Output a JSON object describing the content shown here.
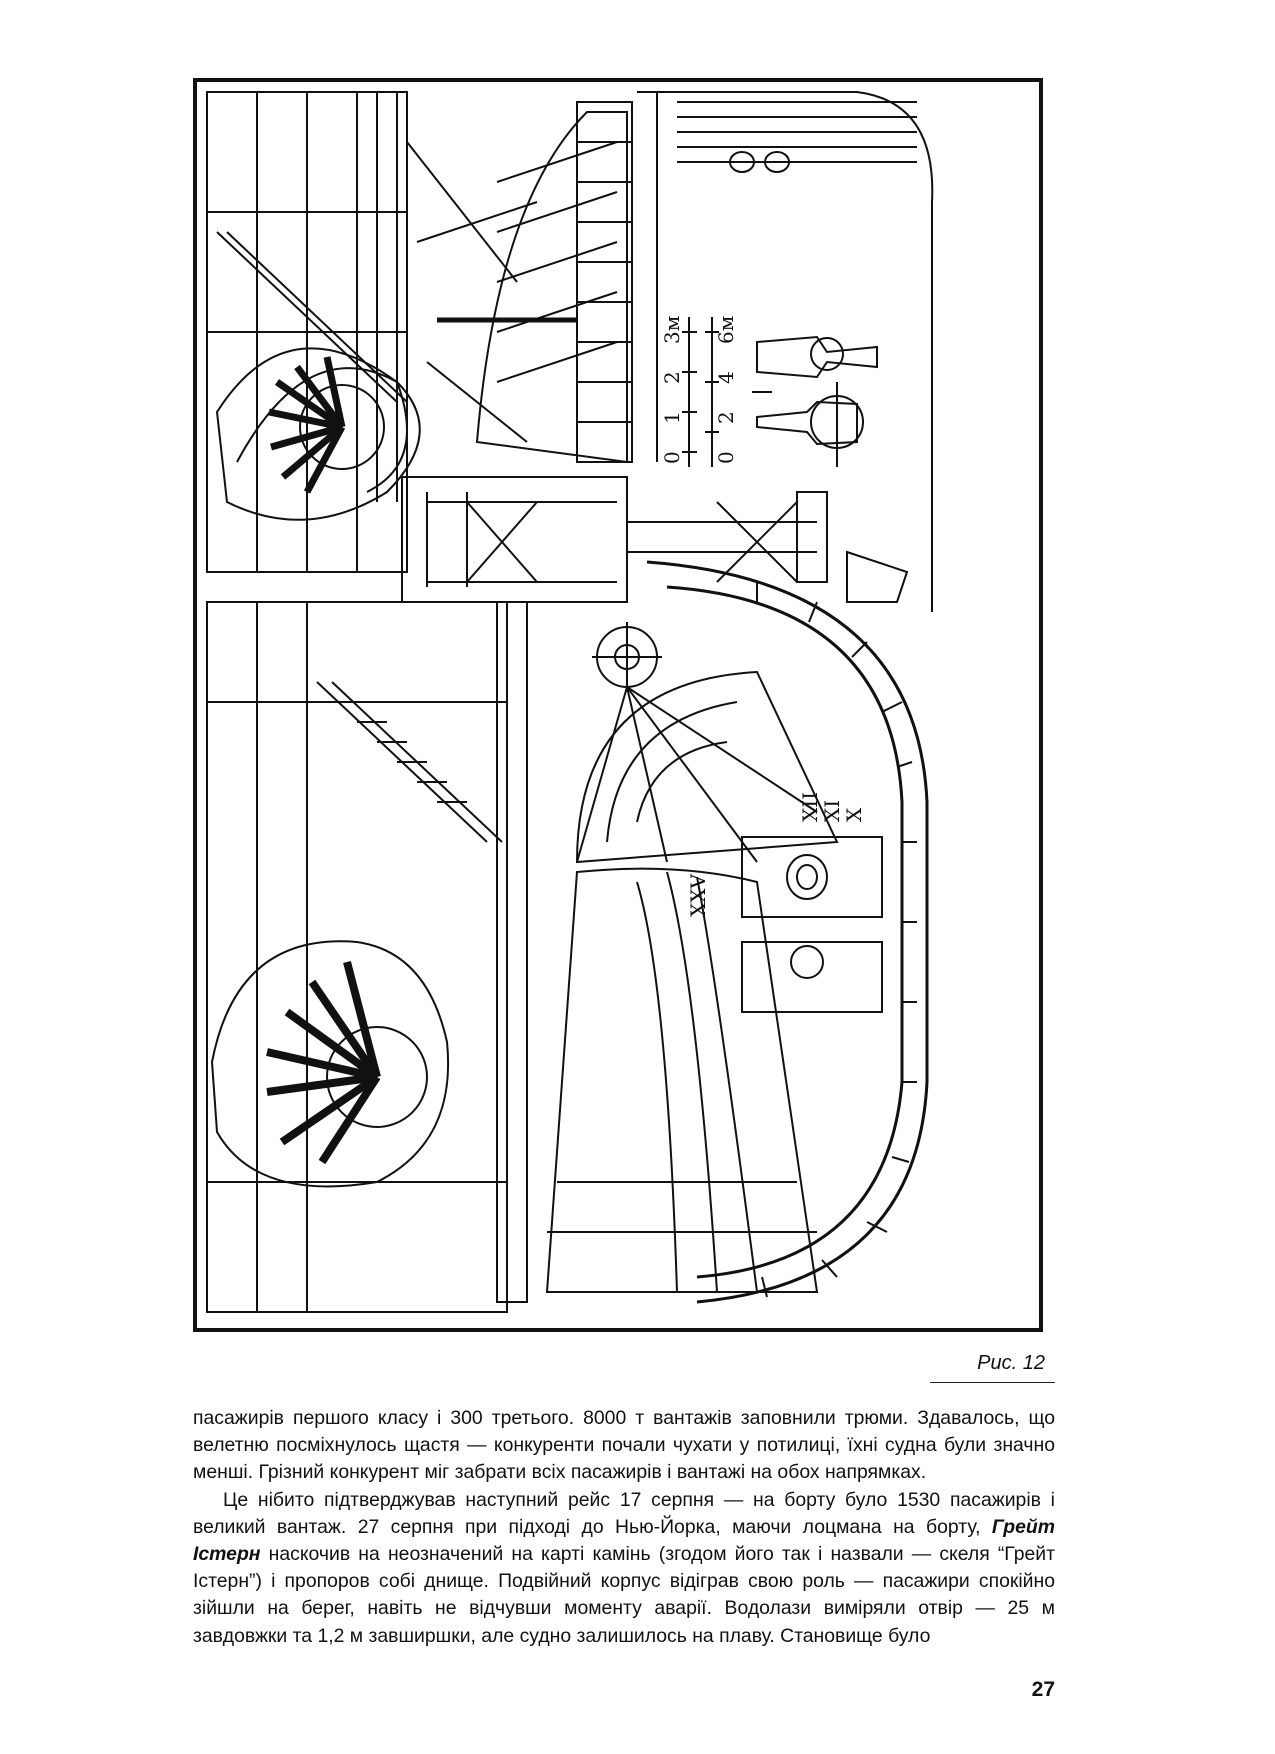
{
  "figure": {
    "scale_labels": [
      "0",
      "1",
      "2",
      "3м",
      "0",
      "2",
      "4",
      "6м"
    ],
    "roman_labels": [
      "XII",
      "XI",
      "X",
      "XXV"
    ]
  },
  "caption": "Рис. 12",
  "paragraphs": [
    {
      "text": "пасажирів першого класу і 300 третього. 8000 т вантажів заповнили трюми. Здавалось, що велетню посміхнулось щастя — конкуренти почали чухати у потилиці, їхні судна були значно менші. Грізний конкурент міг забрати всіх пасажирів і вантажі на обох напрямках."
    },
    {
      "before": "Це нібито підтверджував наступний рейс 17 серпня — на борту було 1530 пасажирів і великий вантаж. 27 серпня при підході до Нью-Йорка, маючи лоцмана на борту, ",
      "emphasis": "Грейт Істерн",
      "after": " наскочив на неозначений на карті камінь (згодом його так і назвали — скеля “Грейт Істерн”) і пропоров собі днище. Подвійний корпус відіграв свою роль — пасажири спокійно зійшли на берег, навіть не відчувши моменту аварії. Водолази виміряли отвір — 25 м завдовжки та 1,2 м завширшки, але судно залишилось на плаву. Становище було"
    }
  ],
  "page_number": "27"
}
